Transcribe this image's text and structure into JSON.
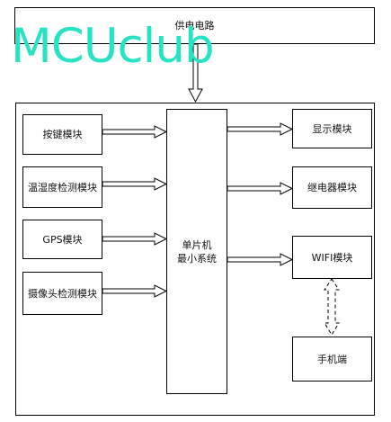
{
  "watermark": "MCUclub",
  "power": {
    "label": "供电电路"
  },
  "mcu": {
    "line1": "单片机",
    "line2": "最小系统"
  },
  "inputs": [
    {
      "label": "按键模块"
    },
    {
      "label": "温湿度检测模块"
    },
    {
      "label": "GPS模块"
    },
    {
      "label": "摄像头检测模块"
    }
  ],
  "outputs": [
    {
      "label": "显示模块"
    },
    {
      "label": "继电器模块"
    },
    {
      "label": "WIFI模块"
    }
  ],
  "phone": {
    "label": "手机端"
  }
}
